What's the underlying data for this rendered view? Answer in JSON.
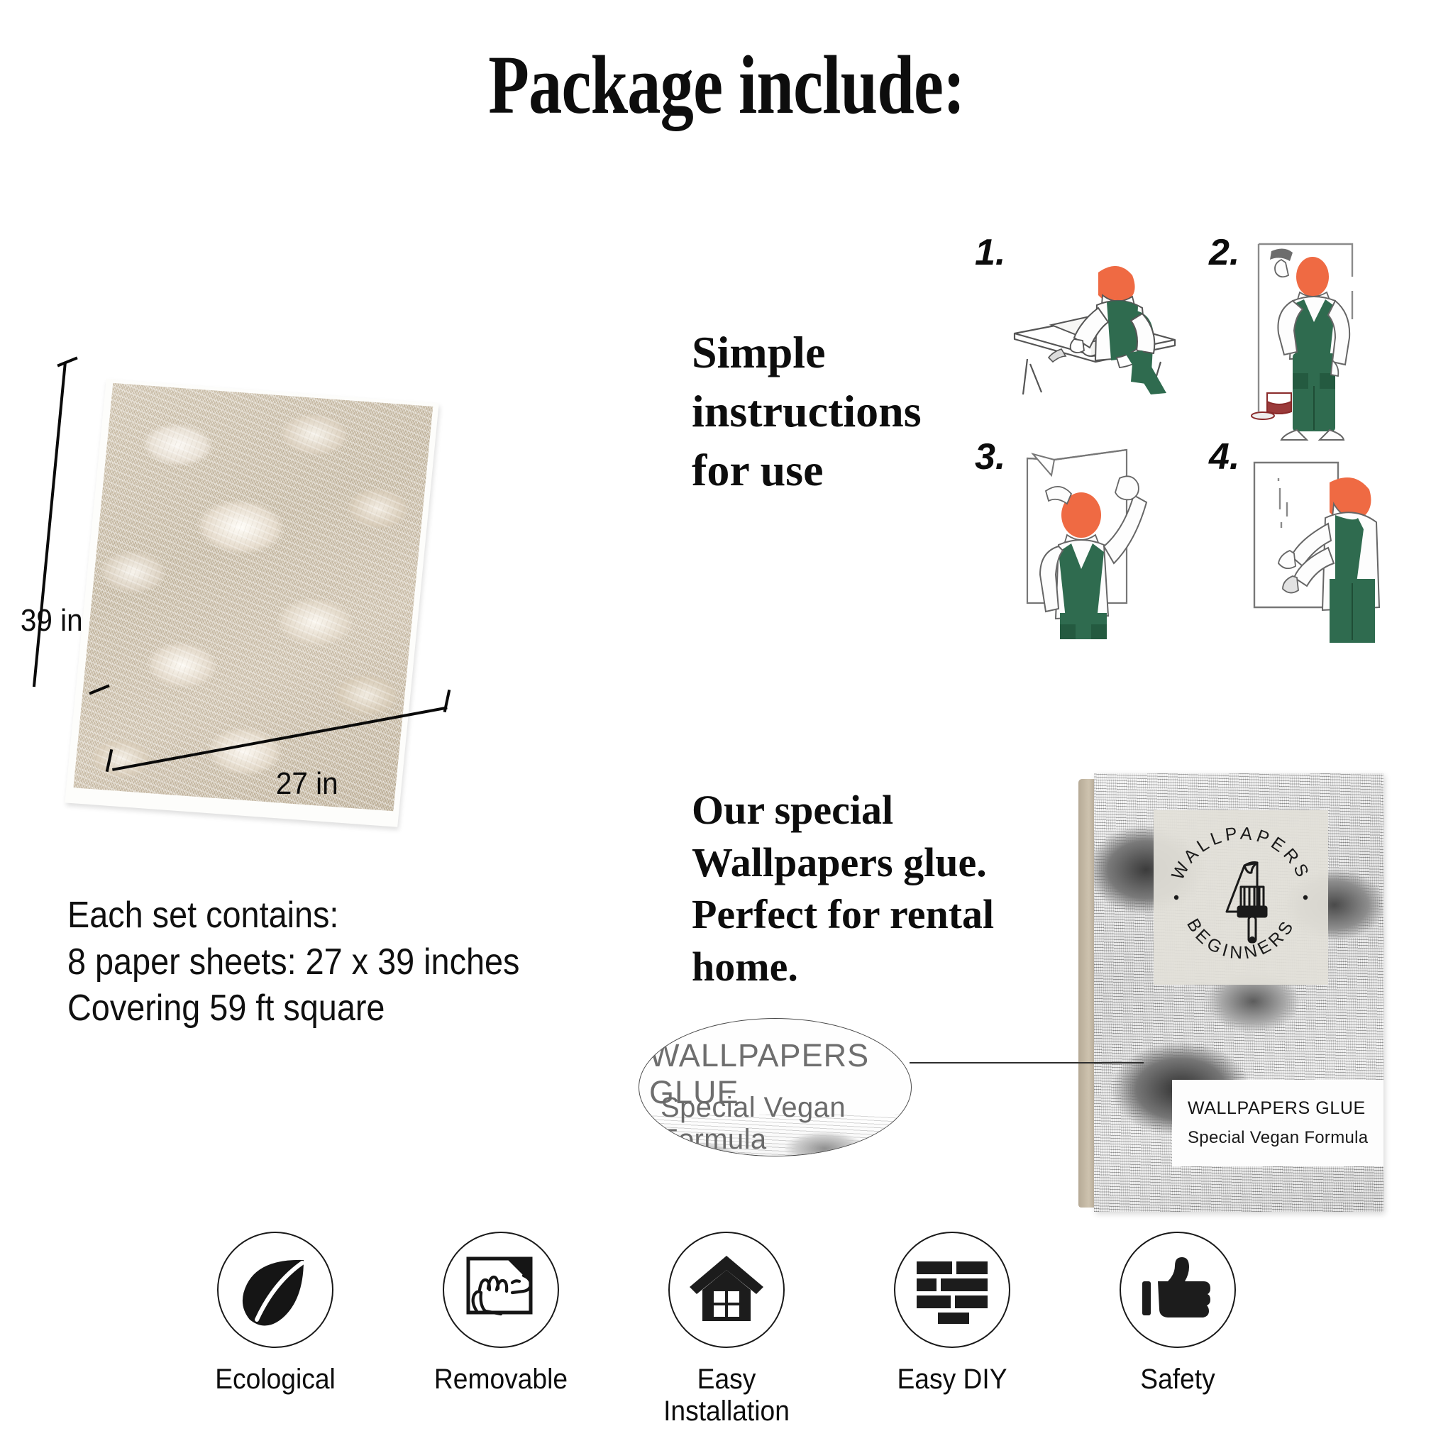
{
  "title": "Package include:",
  "sample": {
    "height_label": "39 in",
    "width_label": "27 in",
    "contains_text": "Each set contains:\n8 paper sheets: 27 x 39 inches\nCovering 59 ft square"
  },
  "instructions": {
    "heading": "Simple\ninstructions\nfor use",
    "steps": [
      {
        "number": "1.",
        "icon": "worker-pasting-wallpaper-on-table-illustration"
      },
      {
        "number": "2.",
        "icon": "worker-applying-glue-to-wall-illustration"
      },
      {
        "number": "3.",
        "icon": "worker-hanging-wallpaper-sheet-illustration"
      },
      {
        "number": "4.",
        "icon": "worker-smoothing-wallpaper-illustration"
      }
    ]
  },
  "glue": {
    "heading": "Our special\nWallpapers glue.\nPerfect for rental\nhome.",
    "package": {
      "logo_top_text": "WALLPAPERS",
      "logo_bottom_text": "BEGINNERS",
      "logo_icon": "wallpaper-roll-and-brush-icon",
      "label_line1": "WALLPAPERS GLUE",
      "label_line2": "Special Vegan Formula"
    },
    "magnifier": {
      "line1": "WALLPAPERS GLUE",
      "line2": "Special Vegan Formula"
    }
  },
  "features": [
    {
      "label": "Ecological",
      "icon": "leaf-icon"
    },
    {
      "label": "Removable",
      "icon": "peeling-sheet-hands-icon"
    },
    {
      "label": "Easy Installation",
      "icon": "house-icon"
    },
    {
      "label": "Easy DIY",
      "icon": "brick-wall-icon"
    },
    {
      "label": "Safety",
      "icon": "thumbs-up-icon"
    }
  ],
  "colors": {
    "overall_green": "#2f6b4f",
    "hair_orange": "#ef6a43",
    "ink": "#0d0d0d",
    "wallpaper_beige": "#cbbfa9"
  }
}
